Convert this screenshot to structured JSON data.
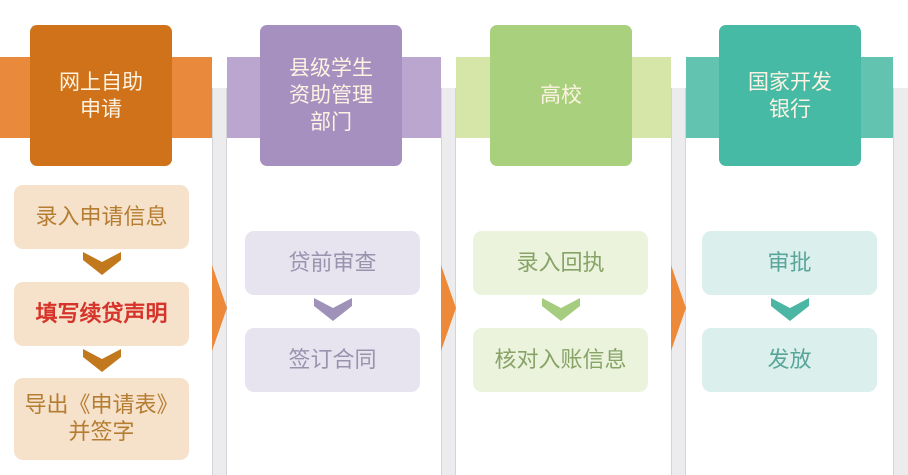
{
  "columns": [
    {
      "title": "网上自助\n申请",
      "colors": {
        "band": "#e8893c",
        "header": "#cf7219",
        "step": "#f6e1ca",
        "text": "#b47d32",
        "chevron": "#c2781c"
      },
      "steps": [
        {
          "label": "录入申请信息"
        },
        {
          "label": "填写续贷声明",
          "highlight": true,
          "color": "#d6342b"
        },
        {
          "label": "导出《申请表》\n并签字"
        }
      ]
    },
    {
      "title": "县级学生\n资助管理\n部门",
      "colors": {
        "band": "#bba6d0",
        "header": "#a690bf",
        "step": "#e7e4f0",
        "text": "#9a93ae",
        "chevron": "#9e92b9"
      },
      "steps": [
        {
          "label": "贷前审查"
        },
        {
          "label": "签订合同"
        }
      ]
    },
    {
      "title": "高校",
      "colors": {
        "band": "#d6e6a9",
        "header": "#a9d07c",
        "step": "#ebf3dd",
        "text": "#87a366",
        "chevron": "#a6cc80"
      },
      "steps": [
        {
          "label": "录入回执"
        },
        {
          "label": "核对入账信息"
        }
      ]
    },
    {
      "title": "国家开发\n银行",
      "colors": {
        "band": "#63c3b1",
        "header": "#47baa5",
        "step": "#dbf0ec",
        "text": "#59a59a",
        "chevron": "#4cb6a4"
      },
      "steps": [
        {
          "label": "审批"
        },
        {
          "label": "发放"
        }
      ]
    }
  ],
  "arrow_color": "#ec8a3a"
}
